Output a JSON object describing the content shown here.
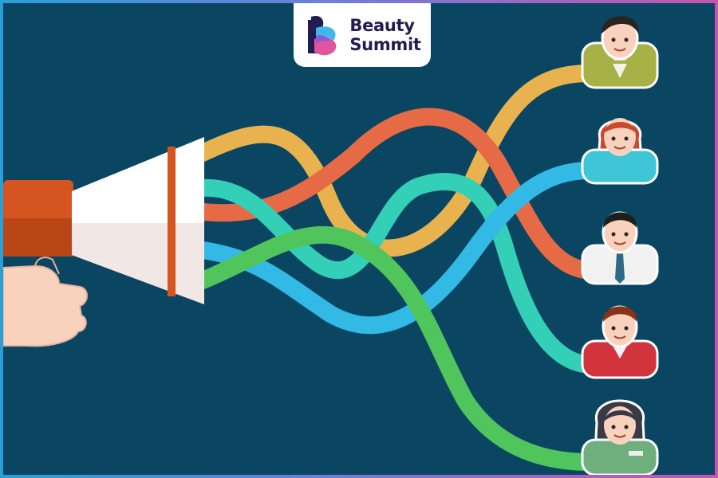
{
  "brand": {
    "line1": "Beauty",
    "line2": "Summit",
    "logo": "beauty-summit-b-logo"
  },
  "scene": {
    "megaphone": "megaphone-in-hand",
    "ribbons": [
      "yellow",
      "orange",
      "teal",
      "blue",
      "green"
    ],
    "people": [
      "man-olive-shirt",
      "woman-cyan-top",
      "man-white-shirt-tie",
      "man-red-shirt",
      "woman-green-shirt"
    ]
  },
  "colors": {
    "background": "#0a4562",
    "yellow": "#e8b24e",
    "orange": "#e66a45",
    "teal": "#33cfb6",
    "blue": "#32b9e6",
    "green": "#4fc55b",
    "frame_left": "#2a9fd6",
    "frame_right": "#c455b0"
  }
}
